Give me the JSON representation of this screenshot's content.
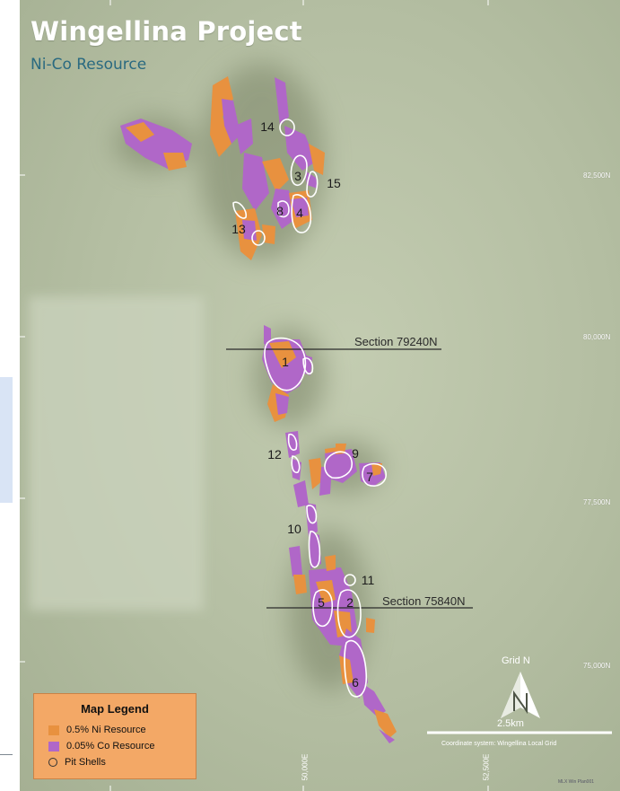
{
  "map": {
    "title": "Wingellina Project",
    "subtitle": "Ni-Co Resource",
    "colors": {
      "ni_resource": "#e8913f",
      "co_resource": "#b067c8",
      "background": "#b8c2a6",
      "pit_shell_outline": "#ffffff",
      "legend_background": "#f3a866"
    },
    "pit_shells": [
      {
        "label": "14"
      },
      {
        "label": "3"
      },
      {
        "label": "15"
      },
      {
        "label": "8"
      },
      {
        "label": "4"
      },
      {
        "label": "13"
      },
      {
        "label": "1"
      },
      {
        "label": "12"
      },
      {
        "label": "9"
      },
      {
        "label": "7"
      },
      {
        "label": "10"
      },
      {
        "label": "11"
      },
      {
        "label": "5"
      },
      {
        "label": "2"
      },
      {
        "label": "6"
      }
    ],
    "sections": [
      {
        "label": "Section 79240N"
      },
      {
        "label": "Section 75840N"
      }
    ],
    "northings": [
      "82,500N",
      "80,000N",
      "77,500N",
      "75,000N"
    ],
    "eastings": [
      "50,000E",
      "52,500E"
    ],
    "north_arrow": {
      "label": "Grid N",
      "letter": "N",
      "icon": "north-arrow-icon"
    },
    "scale_bar": {
      "label": "2.5km"
    },
    "coordinate_note": "Coordinate system: Wingellina Local Grid",
    "plan_reference": "MLX Win Plan001"
  },
  "legend": {
    "title": "Map Legend",
    "items": [
      {
        "label": "0.5% Ni Resource",
        "swatch": "ni_resource"
      },
      {
        "label": "0.05% Co Resource",
        "swatch": "co_resource"
      },
      {
        "label": "Pit Shells",
        "swatch": "pit-shell-icon"
      }
    ]
  }
}
